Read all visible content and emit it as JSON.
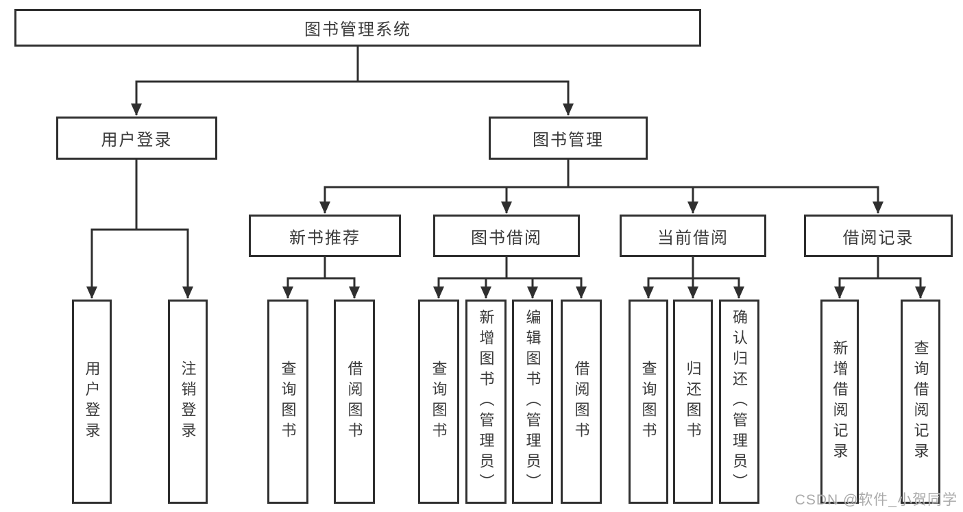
{
  "diagram": {
    "title": "图书管理系统",
    "branches": [
      {
        "label": "用户登录",
        "children": [
          {
            "label": "用户登录"
          },
          {
            "label": "注销登录"
          }
        ]
      },
      {
        "label": "图书管理",
        "children": [
          {
            "label": "新书推荐",
            "children": [
              {
                "label": "查询图书"
              },
              {
                "label": "借阅图书"
              }
            ]
          },
          {
            "label": "图书借阅",
            "children": [
              {
                "label": "查询图书"
              },
              {
                "label": "新增图书（管理员）"
              },
              {
                "label": "编辑图书（管理员）"
              },
              {
                "label": "借阅图书"
              }
            ]
          },
          {
            "label": "当前借阅",
            "children": [
              {
                "label": "查询图书"
              },
              {
                "label": "归还图书"
              },
              {
                "label": "确认归还（管理员）"
              }
            ]
          },
          {
            "label": "借阅记录",
            "children": [
              {
                "label": "新增借阅记录"
              },
              {
                "label": "查询借阅记录"
              }
            ]
          }
        ]
      }
    ]
  },
  "watermark": "CSDN @软件_小贺同学",
  "colors": {
    "line": "#2f2f2f",
    "text": "#3a3a3a",
    "background": "#ffffff",
    "watermark": "#9b9b9b"
  }
}
